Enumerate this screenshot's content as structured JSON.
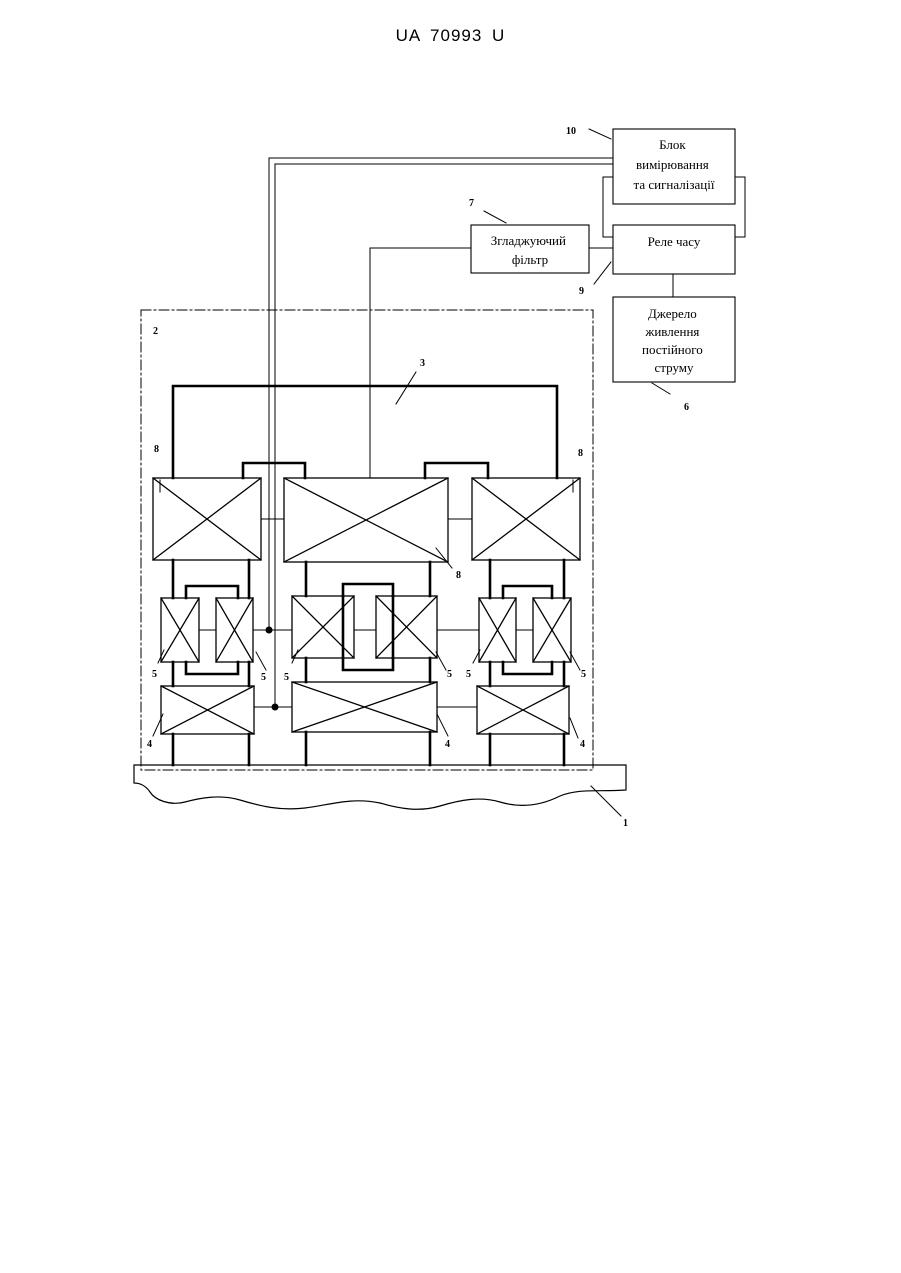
{
  "header": {
    "doc_id": "UA   70993   U"
  },
  "blocks": {
    "measure": [
      "Блок",
      "вимірювання",
      "та сигналізації"
    ],
    "filter": [
      "Згладжуючий",
      "фільтр"
    ],
    "relay": [
      "Реле часу"
    ],
    "source": [
      "Джерело",
      "живлення",
      "постійного",
      "струму"
    ]
  },
  "labels": {
    "n1": "1",
    "n2": "2",
    "n3": "3",
    "n4a": "4",
    "n4b": "4",
    "n4c": "4",
    "n5a": "5",
    "n5b": "5",
    "n5c": "5",
    "n5d": "5",
    "n5e": "5",
    "n5f": "5",
    "n6": "6",
    "n7": "7",
    "n8a": "8",
    "n8b": "8",
    "n8c": "8",
    "n9": "9",
    "n10": "10"
  }
}
